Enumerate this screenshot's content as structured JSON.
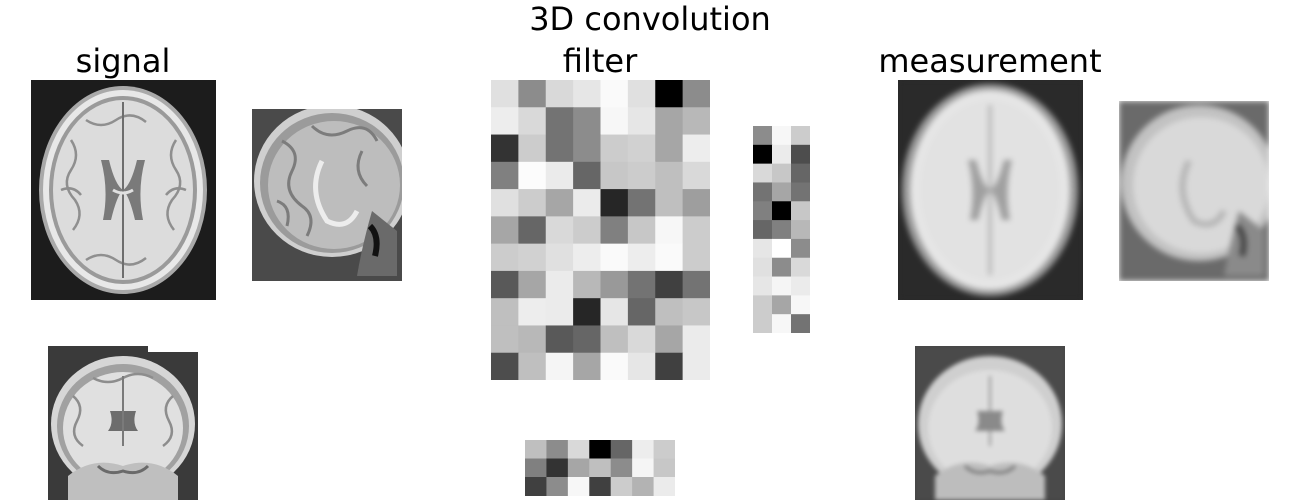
{
  "titles": {
    "main": "3D convolution",
    "signal": "signal",
    "filter": "filter",
    "measurement": "measurement"
  },
  "colors": {
    "background": "#ffffff",
    "text": "#000000"
  },
  "filter_grids": {
    "front": [
      [
        0.88,
        0.55,
        0.85,
        0.9,
        0.98,
        0.88,
        0.0,
        0.55
      ],
      [
        0.93,
        0.85,
        0.45,
        0.55,
        0.97,
        0.9,
        0.65,
        0.72
      ],
      [
        0.2,
        0.8,
        0.45,
        0.55,
        0.8,
        0.82,
        0.65,
        0.93
      ],
      [
        0.5,
        0.99,
        0.92,
        0.4,
        0.78,
        0.8,
        0.75,
        0.85
      ],
      [
        0.88,
        0.8,
        0.65,
        0.92,
        0.15,
        0.45,
        0.75,
        0.62
      ],
      [
        0.65,
        0.4,
        0.85,
        0.8,
        0.5,
        0.78,
        0.97,
        0.8
      ],
      [
        0.8,
        0.82,
        0.88,
        0.93,
        0.98,
        0.93,
        0.98,
        0.8
      ],
      [
        0.35,
        0.65,
        0.92,
        0.72,
        0.6,
        0.45,
        0.25,
        0.45
      ],
      [
        0.75,
        0.93,
        0.92,
        0.15,
        0.9,
        0.4,
        0.75,
        0.78
      ],
      [
        0.75,
        0.72,
        0.35,
        0.4,
        0.75,
        0.85,
        0.65,
        0.92
      ],
      [
        0.3,
        0.75,
        0.96,
        0.65,
        0.98,
        0.9,
        0.25,
        0.92
      ]
    ],
    "side": [
      [
        0.55,
        0.97,
        0.8
      ],
      [
        0.0,
        0.92,
        0.3
      ],
      [
        0.85,
        0.78,
        0.4
      ],
      [
        0.45,
        0.65,
        0.45
      ],
      [
        0.5,
        0.0,
        0.78
      ],
      [
        0.4,
        0.5,
        0.72
      ],
      [
        0.9,
        1.0,
        0.55
      ],
      [
        0.88,
        0.55,
        0.85
      ],
      [
        0.9,
        0.96,
        0.92
      ],
      [
        0.8,
        0.65,
        0.97
      ],
      [
        0.8,
        0.97,
        0.45
      ]
    ],
    "bottom": [
      [
        0.75,
        0.55,
        0.85,
        0.0,
        0.4,
        0.93,
        0.8
      ],
      [
        0.5,
        0.2,
        0.65,
        0.75,
        0.55,
        0.96,
        0.78
      ],
      [
        0.25,
        0.55,
        0.97,
        0.25,
        0.8,
        0.7,
        0.92
      ]
    ]
  }
}
